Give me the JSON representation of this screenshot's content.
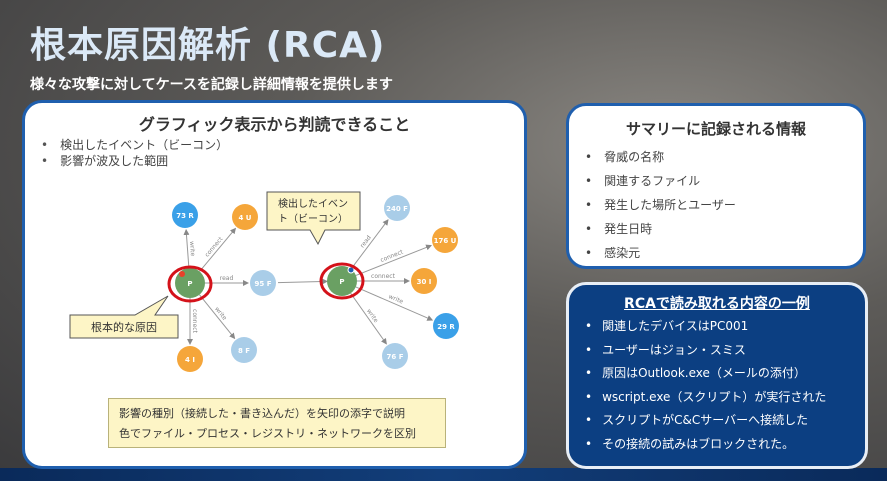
{
  "title": "根本原因解析 (RCA)",
  "subtitle": "様々な攻撃に対してケースを記録し詳細情報を提供します",
  "left_panel": {
    "heading": "グラフィック表示から判読できること",
    "bullets": [
      "検出したイベント（ビーコン）",
      "影響が波及した範囲"
    ],
    "callout_event": [
      "検出したイベン",
      "ト（ビーコン）"
    ],
    "callout_root": "根本的な原因",
    "note": [
      "影響の種別（接続した・書き込んだ）を矢印の添字で説明",
      "色でファイル・プロセス・レジストリ・ネットワークを区別"
    ],
    "graph": {
      "nodes": [
        {
          "id": "p1",
          "label": "P",
          "type": "process"
        },
        {
          "id": "p2",
          "label": "P",
          "type": "process"
        },
        {
          "id": "n73",
          "label": "73 R",
          "type": "registry"
        },
        {
          "id": "n4u",
          "label": "4 U",
          "type": "network"
        },
        {
          "id": "n95",
          "label": "95 F",
          "type": "file"
        },
        {
          "id": "n4i",
          "label": "4 I",
          "type": "network"
        },
        {
          "id": "n8",
          "label": "8 F",
          "type": "file"
        },
        {
          "id": "n240",
          "label": "240 F",
          "type": "file"
        },
        {
          "id": "n176",
          "label": "176 U",
          "type": "network"
        },
        {
          "id": "n30",
          "label": "30 I",
          "type": "network"
        },
        {
          "id": "n29",
          "label": "29 R",
          "type": "registry"
        },
        {
          "id": "n76",
          "label": "76 F",
          "type": "file"
        }
      ],
      "edges": [
        [
          "p1",
          "n73",
          "write"
        ],
        [
          "p1",
          "n4u",
          "connect"
        ],
        [
          "p1",
          "n95",
          "read"
        ],
        [
          "p1",
          "n4i",
          "connect"
        ],
        [
          "p1",
          "n8",
          "write"
        ],
        [
          "n95",
          "p2",
          ""
        ],
        [
          "p2",
          "n240",
          "read"
        ],
        [
          "p2",
          "n176",
          "connect"
        ],
        [
          "p2",
          "n30",
          "connect"
        ],
        [
          "p2",
          "n29",
          "write"
        ],
        [
          "p2",
          "n76",
          "write"
        ]
      ],
      "colors": {
        "process": "#6aa063",
        "registry": "#3aa0e8",
        "network": "#f5a63a",
        "file": "#a9cde8"
      }
    }
  },
  "summary": {
    "heading": "サマリーに記録される情報",
    "items": [
      "脅威の名称",
      "関連するファイル",
      "発生した場所とユーザー",
      "発生日時",
      "感染元"
    ]
  },
  "example": {
    "heading": "RCAで読み取れる内容の一例",
    "items": [
      "関連したデバイスはPC001",
      "ユーザーはジョン・スミス",
      "原因はOutlook.exe（メールの添付）",
      "wscript.exe（スクリプト）が実行された",
      "スクリプトがC&Cサーバーへ接続した",
      "その接続の試みはブロックされた。"
    ]
  }
}
